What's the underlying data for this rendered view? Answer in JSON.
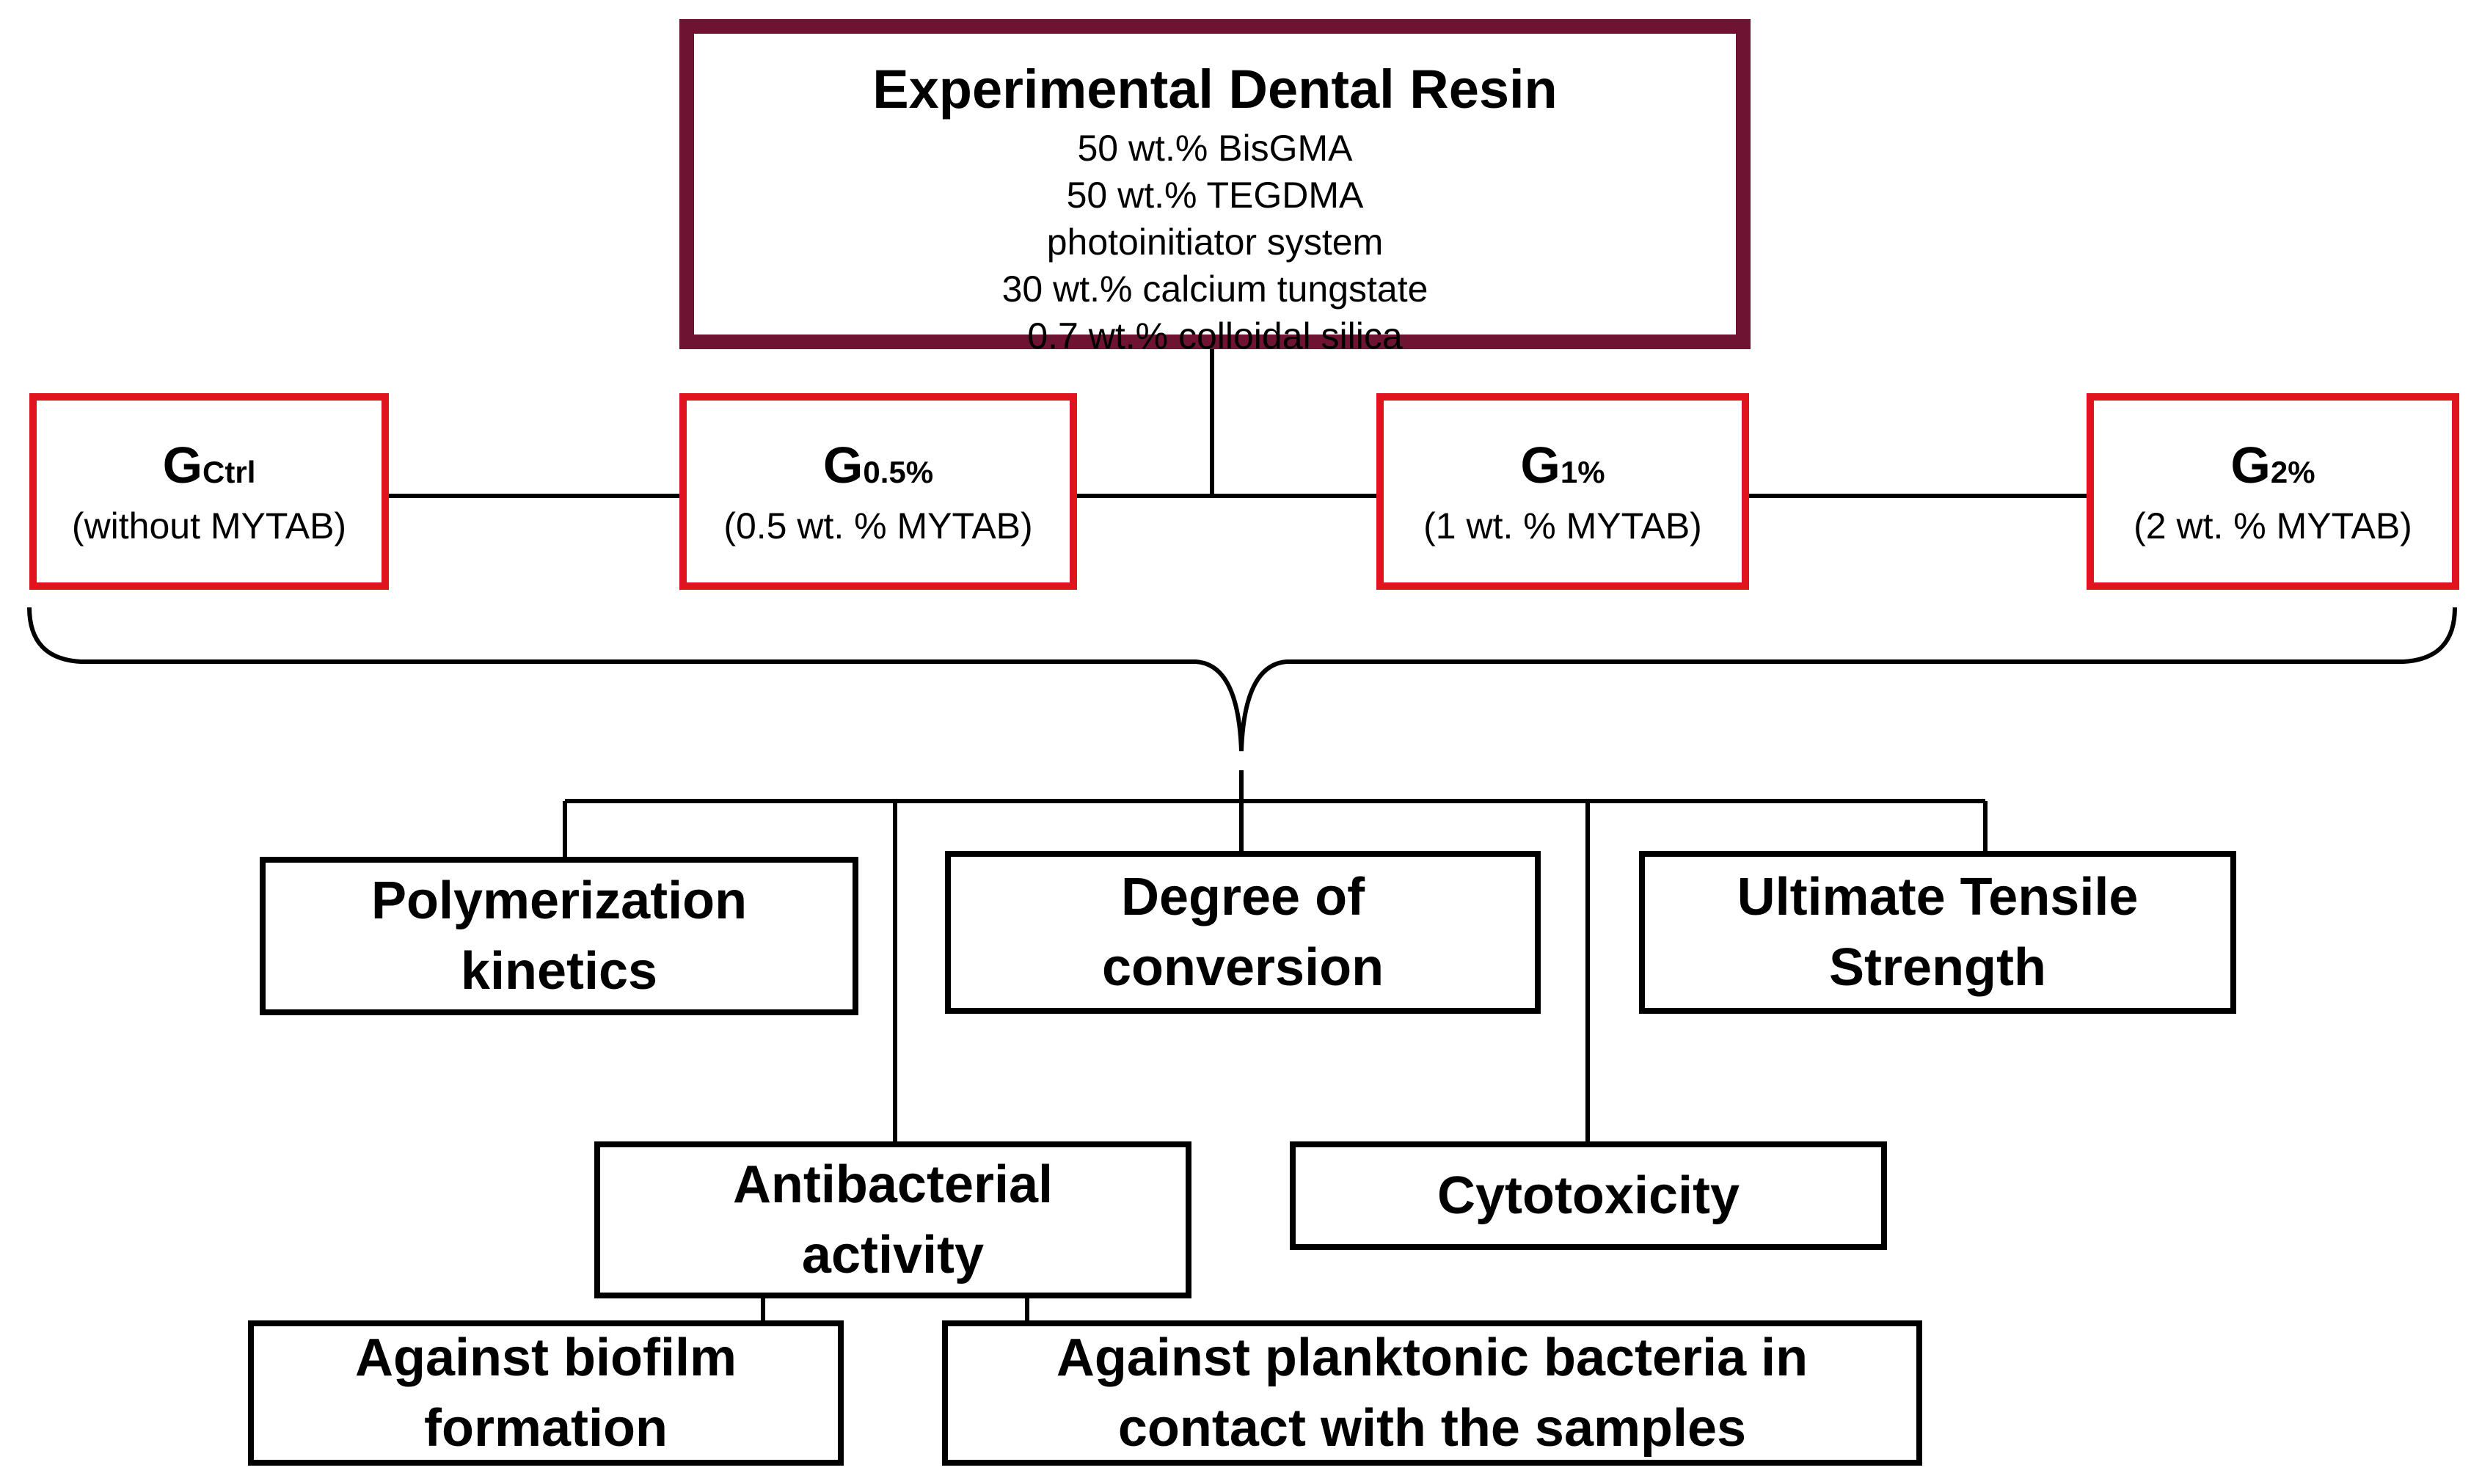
{
  "resin": {
    "title": "Experimental Dental Resin",
    "components": [
      "50 wt.% BisGMA",
      "50 wt.% TEGDMA",
      "photoinitiator system",
      "30 wt.% calcium tungstate",
      "0.7 wt.% colloidal silica"
    ]
  },
  "groups": [
    {
      "symbol": "G",
      "subscript": "Ctrl",
      "description": "(without  MYTAB)"
    },
    {
      "symbol": "G",
      "subscript": "0.5%",
      "description": "(0.5 wt. % MYTAB)"
    },
    {
      "symbol": "G",
      "subscript": "1%",
      "description": "(1 wt. %  MYTAB)"
    },
    {
      "symbol": "G",
      "subscript": "2%",
      "description": "(2 wt. % MYTAB)"
    }
  ],
  "tests": {
    "polymerization": [
      "Polymerization",
      "kinetics"
    ],
    "conversion": [
      "Degree of",
      "conversion"
    ],
    "tensile": [
      "Ultimate Tensile",
      "Strength"
    ],
    "antibacterial": [
      "Antibacterial",
      "activity"
    ],
    "cytotoxicity": [
      "Cytotoxicity"
    ]
  },
  "antibacterial_subtests": {
    "biofilm": [
      "Against biofilm",
      "formation"
    ],
    "planktonic": [
      "Against planktonic bacteria in",
      "contact with the samples"
    ]
  },
  "colors": {
    "resin_border": "#6e1432",
    "group_border": "#e0141e",
    "test_border": "#000000"
  }
}
